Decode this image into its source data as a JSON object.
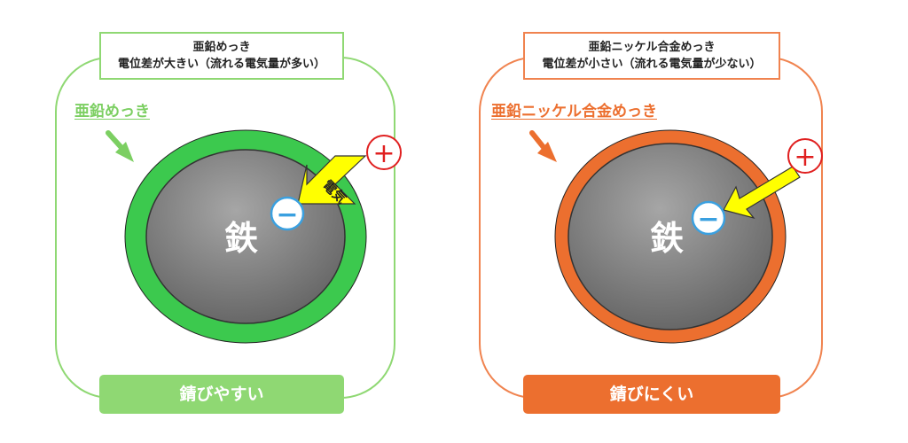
{
  "left_panel": {
    "title_line1": "亜鉛めっき",
    "title_line2": "電位差が大きい（流れる電気量が多い）",
    "coating_label": "亜鉛めっき",
    "core_label": "鉄",
    "electricity_label": "電気",
    "plus_symbol": "+",
    "minus_symbol": "−",
    "result": "錆びやすい",
    "colors": {
      "frame": "#8fd873",
      "coating": "#3cc94e",
      "result_bg": "#8fd873",
      "label": "#7ccf62",
      "arrow": "#7ccf62"
    }
  },
  "right_panel": {
    "title_line1": "亜鉛ニッケル合金めっき",
    "title_line2": "電位差が小さい（流れる電気量が少ない）",
    "coating_label": "亜鉛ニッケル合金めっき",
    "core_label": "鉄",
    "plus_symbol": "+",
    "minus_symbol": "−",
    "result": "錆びにくい",
    "colors": {
      "frame": "#f0834f",
      "coating": "#ec6f2f",
      "result_bg": "#ec6f2f",
      "label": "#ec6f2f",
      "arrow": "#ec6f2f"
    }
  },
  "shared_colors": {
    "iron_light": "#a6a6a6",
    "iron_dark": "#6a6a6a",
    "electric_arrow": "#ffff00",
    "plus_ring": "#e02020",
    "minus_ring": "#3aa0e0"
  }
}
